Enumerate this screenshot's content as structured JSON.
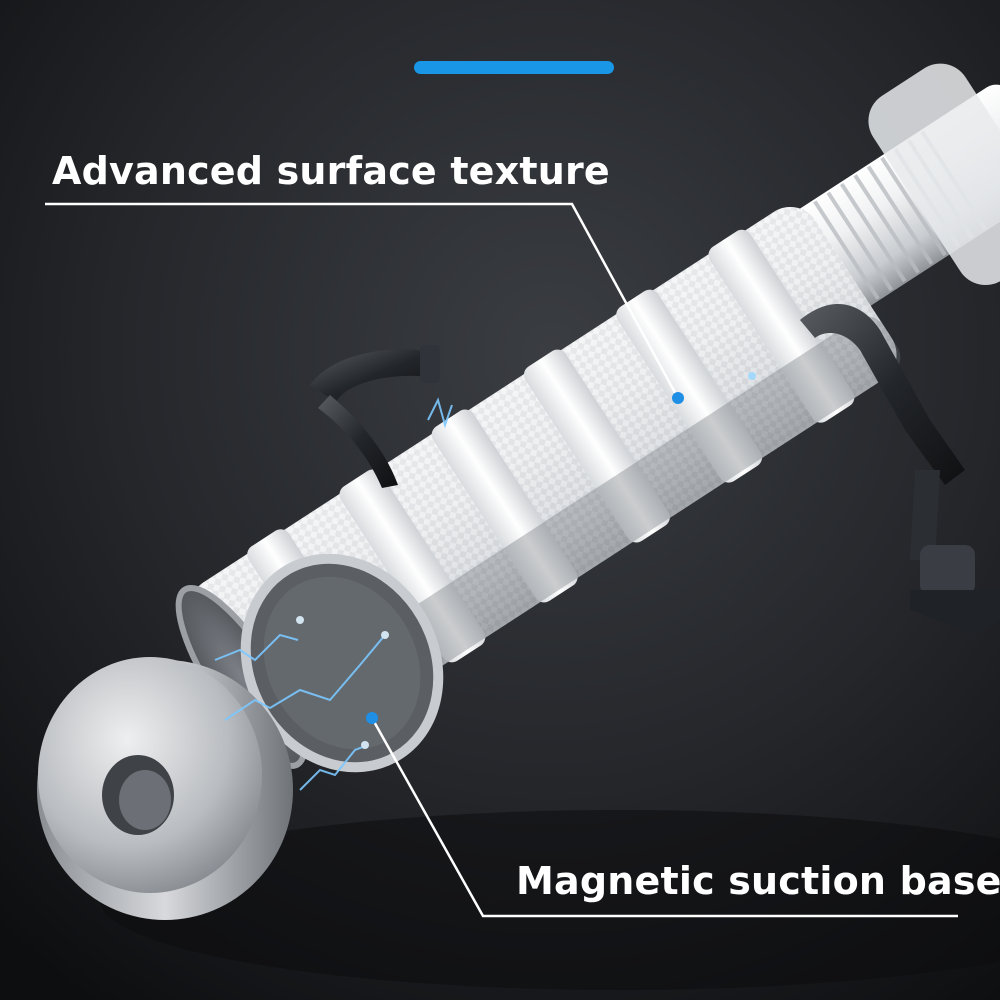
{
  "callouts": {
    "top": "Advanced surface texture",
    "bottom": "Magnetic suction base"
  },
  "colors": {
    "accent": "#1a96e6",
    "background": "#1a1c1f",
    "label_text": "#ffffff",
    "leader_line": "#ffffff",
    "marker_dot": "#1f8fe5",
    "spark": "#7cc8ff"
  },
  "icons": {
    "marker": "dot"
  }
}
